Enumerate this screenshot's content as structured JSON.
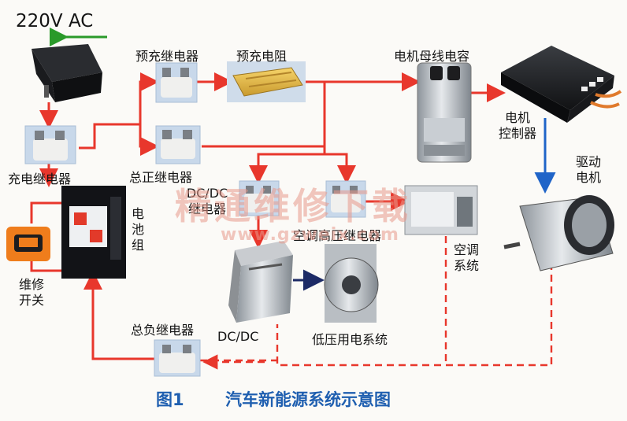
{
  "title_voltage": "220V AC",
  "labels": {
    "precharge_relay": "预充继电器",
    "precharge_resistor": "预充电阻",
    "bus_capacitor": "电机母线电容",
    "motor_controller": "电机\n控制器",
    "charge_relay": "充电继电器",
    "main_pos_relay": "总正继电器",
    "drive_motor": "驱动\n电机",
    "battery_pack": "电\n池\n组",
    "dcdc_relay": "DC/DC\n继电器",
    "ac_hv_relay": "空调高压继电器",
    "ac_system": "空调\n系统",
    "service_switch": "维修\n开关",
    "dcdc": "DC/DC",
    "lv_system": "低压用电系统",
    "main_neg_relay": "总负继电器"
  },
  "caption": {
    "figure": "图1",
    "title": "汽车新能源系统示意图"
  },
  "watermark": {
    "text": "精通维修下载",
    "url": "www.gzweix.com"
  },
  "colors": {
    "power_line": "#e8372c",
    "signal_arrow": "#1f64c8",
    "ac_arrow": "#2a9a2a",
    "caption": "#1f5fb0"
  }
}
